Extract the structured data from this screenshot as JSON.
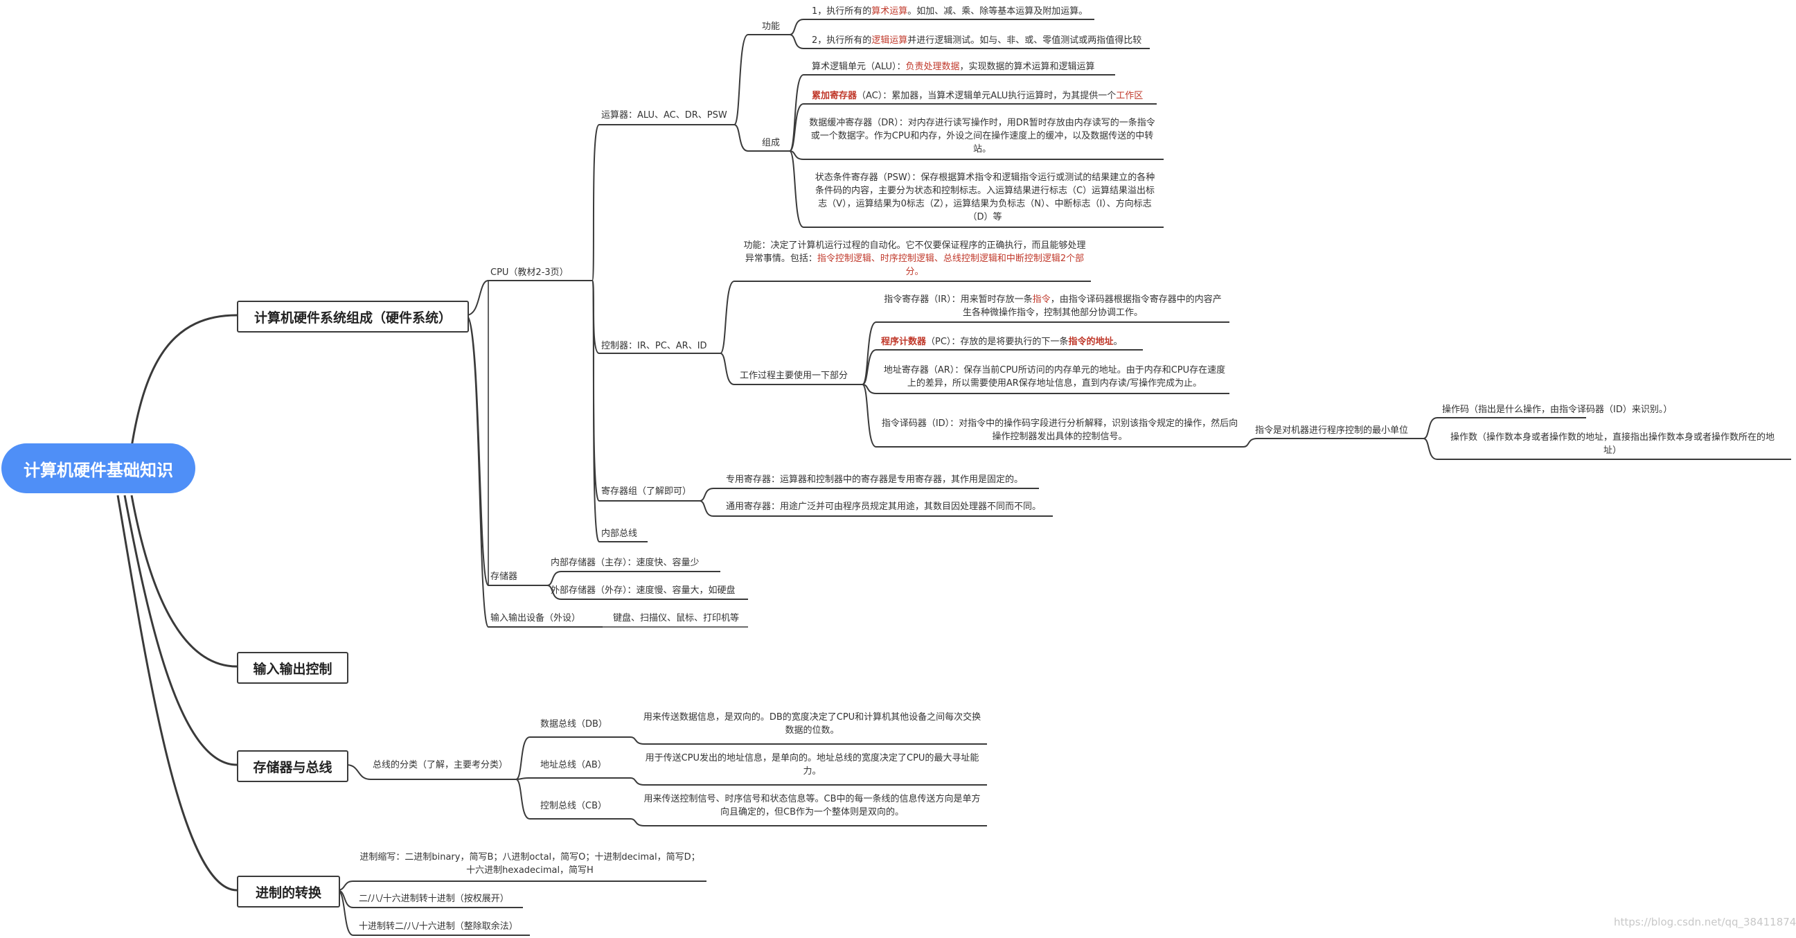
{
  "root": "计算机硬件基础知识",
  "main": {
    "hardware": "计算机硬件系统组成（硬件系统）",
    "io": "输入输出控制",
    "storage_bus": "存储器与总线",
    "number_system": "进制的转换"
  },
  "cpu": {
    "label": "CPU（教材2-3页）",
    "alu": {
      "label": "运算器：ALU、AC、DR、PSW",
      "func_label": "功能",
      "func1": {
        "a": "1，执行所有的",
        "b": "算术运算",
        "c": "。如加、减、乘、除等基本运算及附加运算。"
      },
      "func2": {
        "a": "2，执行所有的",
        "b": "逻辑运算",
        "c": "并进行逻辑测试。如与、非、或、零值测试或两指值得比较"
      },
      "comp_label": "组成",
      "alu_item": {
        "a": "算术逻辑单元（ALU）：",
        "b": "负责处理数据",
        "c": "，实现数据的算术运算和逻辑运算"
      },
      "ac_item": {
        "a": "累加寄存器",
        "b": "（AC）：累加器，当算术逻辑单元ALU执行运算时，为其提供一个",
        "c": "工作区"
      },
      "dr_item": "数据缓冲寄存器（DR）：对内存进行读写操作时，用DR暂时存放由内存读写的一条指令或一个数据字。作为CPU和内存，外设之间在操作速度上的缓冲，以及数据传送的中转站。",
      "psw_item": "状态条件寄存器（PSW）：保存根据算术指令和逻辑指令运行或测试的结果建立的各种条件码的内容，主要分为状态和控制标志。入运算结果进行标志（C）运算结果溢出标志（V），运算结果为0标志（Z），运算结果为负标志（N）、中断标志（I）、方向标志（D）等"
    },
    "controller": {
      "label": "控制器：IR、PC、AR、ID",
      "func": {
        "a": "功能：决定了计算机运行过程的自动化。它不仅要保证程序的正确执行，而且能够处理异常事情。包括：",
        "b": "指令控制逻辑、时序控制逻辑、总线控制逻辑和中断控制逻辑2个部分。"
      },
      "work_label": "工作过程主要使用一下部分",
      "ir": {
        "a": "指令寄存器（IR）：用来暂时存放一条",
        "b": "指令",
        "c": "，由指令译码器根据指令寄存器中的内容产生各种微操作指令，控制其他部分协调工作。"
      },
      "pc": {
        "a": "程序计数器",
        "b": "（PC）：存放的是将要执行的下一条",
        "c": "指令的地址",
        "d": "。"
      },
      "ar": "地址寄存器（AR）：保存当前CPU所访问的内存单元的地址。由于内存和CPU存在速度上的差异，所以需要使用AR保存地址信息，直到内存读/写操作完成为止。",
      "id": "指令译码器（ID）：对指令中的操作码字段进行分析解释，识别该指令规定的操作，然后向操作控制器发出具体的控制信号。",
      "instr": "指令是对机器进行程序控制的最小单位",
      "opcode": "操作码（指出是什么操作，由指令译码器（ID）来识别。）",
      "operand": "操作数（操作数本身或者操作数的地址，直接指出操作数本身或者操作数所在的地址）"
    },
    "regs": {
      "label": "寄存器组（了解即可）",
      "special": "专用寄存器：运算器和控制器中的寄存器是专用寄存器，其作用是固定的。",
      "general": "通用寄存器：用途广泛并可由程序员规定其用途，其数目因处理器不同而不同。"
    },
    "bus": "内部总线"
  },
  "memory": {
    "label": "存储器",
    "internal": "内部存储器（主存）：速度快、容量少",
    "external": "外部存储器（外存）：速度慢、容量大，如硬盘"
  },
  "peripheral": {
    "label": "输入输出设备（外设）",
    "devices": "键盘、扫描仪、鼠标、打印机等"
  },
  "bus_types": {
    "label": "总线的分类（了解，主要考分类）",
    "db": "数据总线（DB）",
    "db_desc": "用来传送数据信息，是双向的。DB的宽度决定了CPU和计算机其他设备之间每次交换数据的位数。",
    "ab": "地址总线（AB）",
    "ab_desc": "用于传送CPU发出的地址信息，是单向的。地址总线的宽度决定了CPU的最大寻址能力。",
    "cb": "控制总线（CB）",
    "cb_desc": "用来传送控制信号、时序信号和状态信息等。CB中的每一条线的信息传送方向是单方向且确定的，但CB作为一个整体则是双向的。"
  },
  "conversion": {
    "abbr": "进制缩写：二进制binary，简写B；八进制octal，简写O；十进制decimal，简写D；十六进制hexadecimal，简写H",
    "to_dec": "二/八/十六进制转十进制（按权展开）",
    "from_dec": "十进制转二/八/十六进制（整除取余法）"
  },
  "watermark": "https://blog.csdn.net/qq_38411874"
}
